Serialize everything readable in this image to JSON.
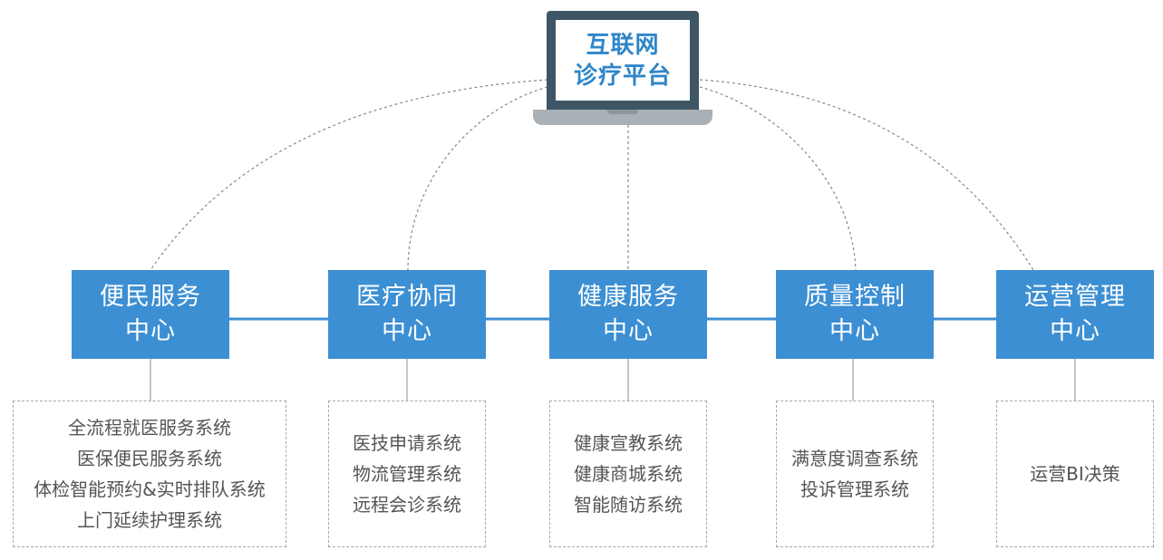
{
  "platform": {
    "line1": "互联网",
    "line2": "诊疗平台"
  },
  "colors": {
    "box_fill": "#3d8fd3",
    "platform_text": "#2f86c8",
    "laptop_frame": "#3e5566"
  },
  "centers": [
    {
      "line1": "便民服务",
      "line2": "中心",
      "systems": [
        "全流程就医服务系统",
        "医保便民服务系统",
        "体检智能预约&实时排队系统",
        "上门延续护理系统"
      ]
    },
    {
      "line1": "医疗协同",
      "line2": "中心",
      "systems": [
        "医技申请系统",
        "物流管理系统",
        "远程会诊系统"
      ]
    },
    {
      "line1": "健康服务",
      "line2": "中心",
      "systems": [
        "健康宣教系统",
        "健康商城系统",
        "智能随访系统"
      ]
    },
    {
      "line1": "质量控制",
      "line2": "中心",
      "systems": [
        "满意度调查系统",
        "投诉管理系统"
      ]
    },
    {
      "line1": "运营管理",
      "line2": "中心",
      "systems": [
        "运营BI决策"
      ]
    }
  ]
}
